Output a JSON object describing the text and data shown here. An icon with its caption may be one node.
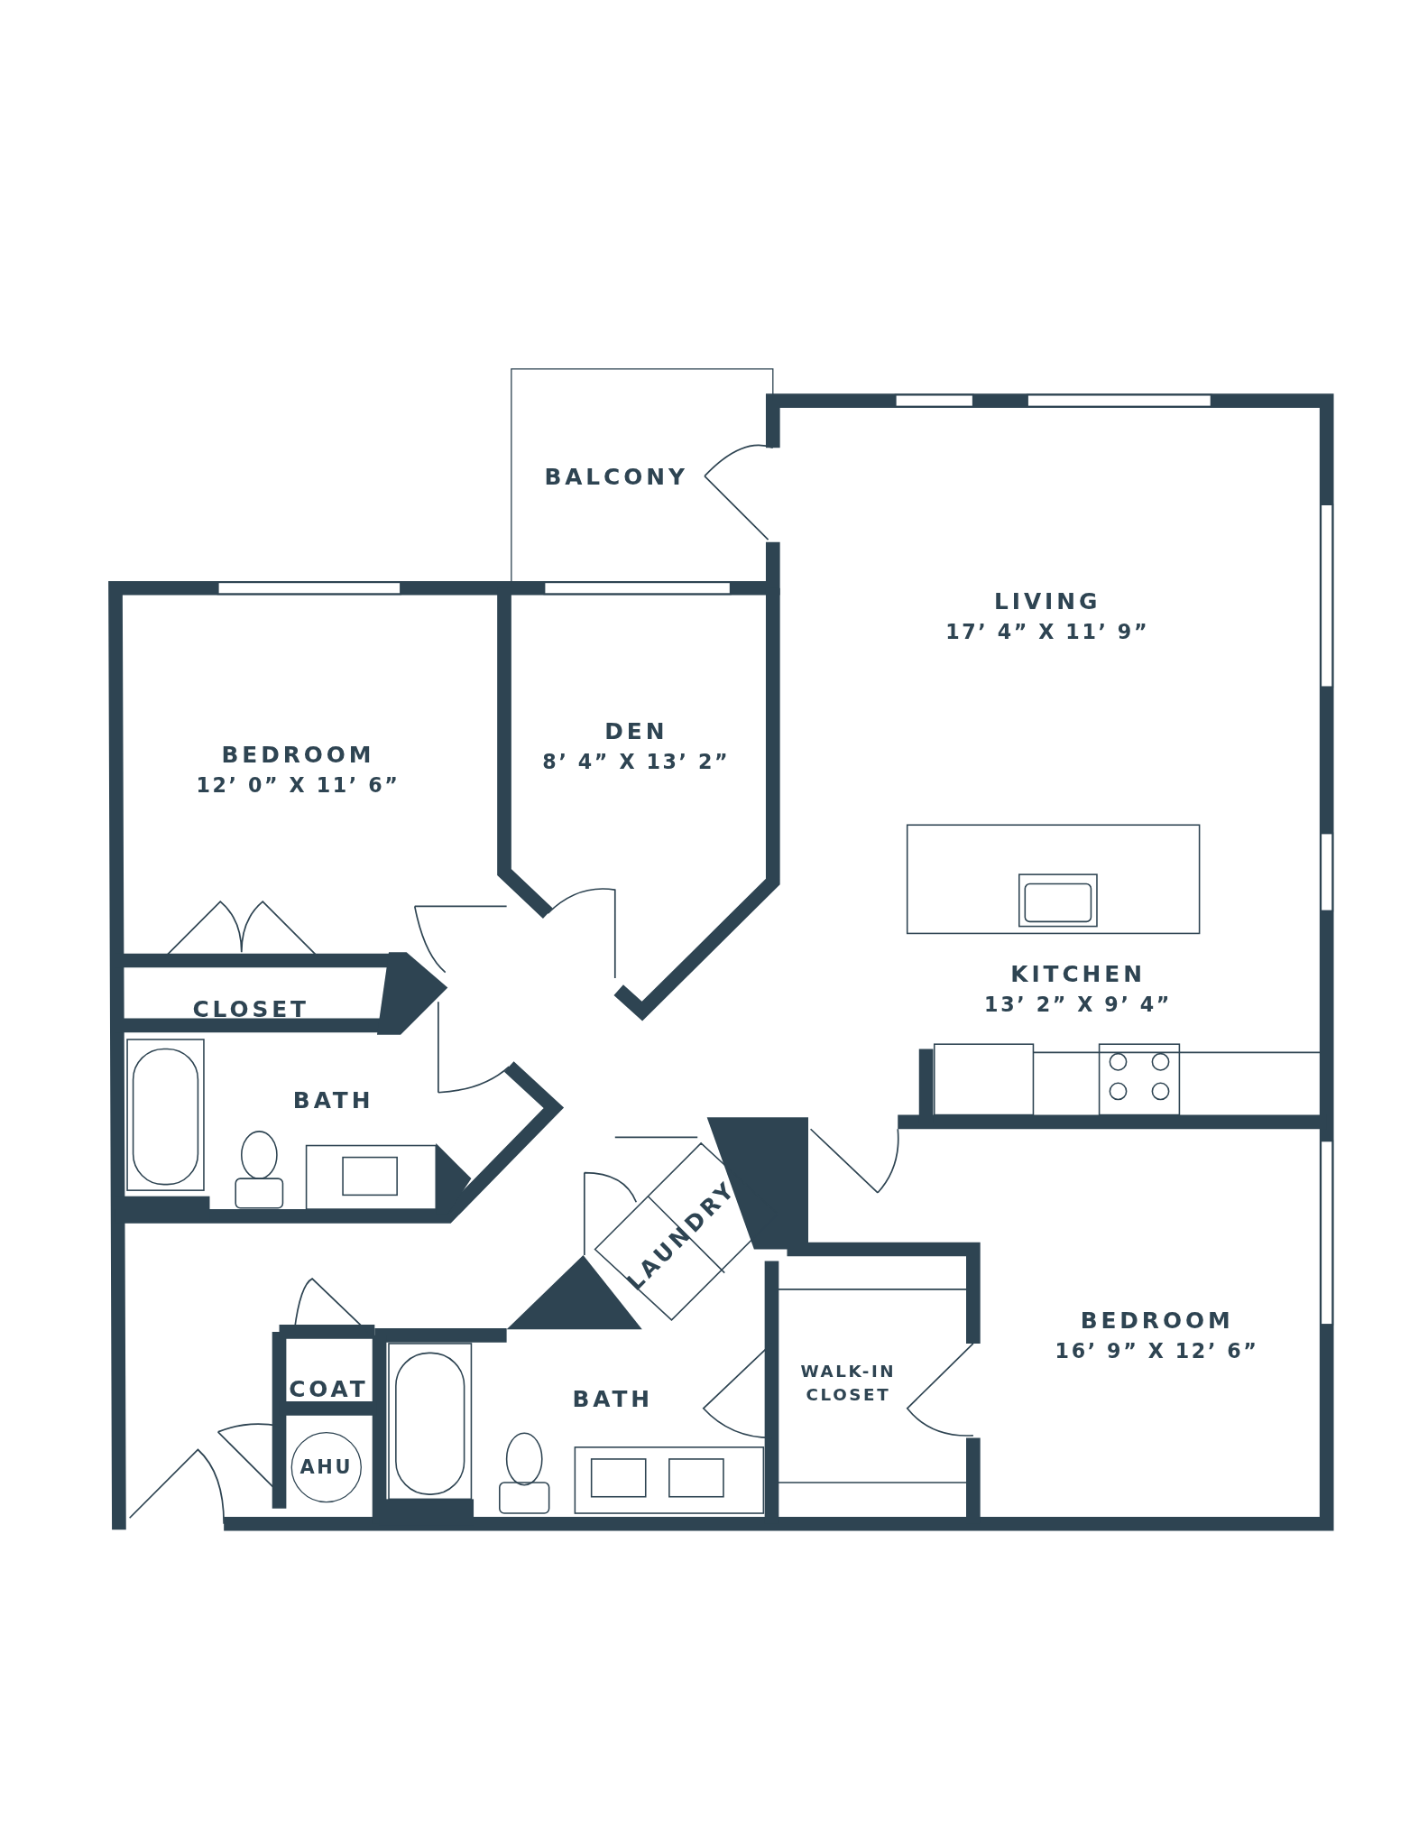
{
  "diagram": {
    "nodes": [
      {
        "text": [
          "BALCONY"
        ]
      },
      {
        "text": [
          "LIVING",
          "17’ 4” X 11’ 9”"
        ]
      },
      {
        "text": [
          "BEDROOM",
          "12’ 0” X 11’ 6”"
        ]
      },
      {
        "text": [
          "DEN",
          "8’ 4” X 13’ 2”"
        ]
      },
      {
        "text": [
          "KITCHEN",
          "13’ 2” X 9’ 4”"
        ]
      },
      {
        "text": [
          "CLOSET"
        ]
      },
      {
        "text": [
          "BATH"
        ]
      },
      {
        "text": [
          "LAUNDRY"
        ]
      },
      {
        "text": [
          "BEDROOM",
          "16’ 9” X 12’ 6”"
        ]
      },
      {
        "text": [
          "WALK-IN CLOSET"
        ]
      },
      {
        "text": [
          "BATH"
        ]
      },
      {
        "text": [
          "COAT"
        ]
      },
      {
        "text": [
          "AHU"
        ]
      }
    ]
  }
}
